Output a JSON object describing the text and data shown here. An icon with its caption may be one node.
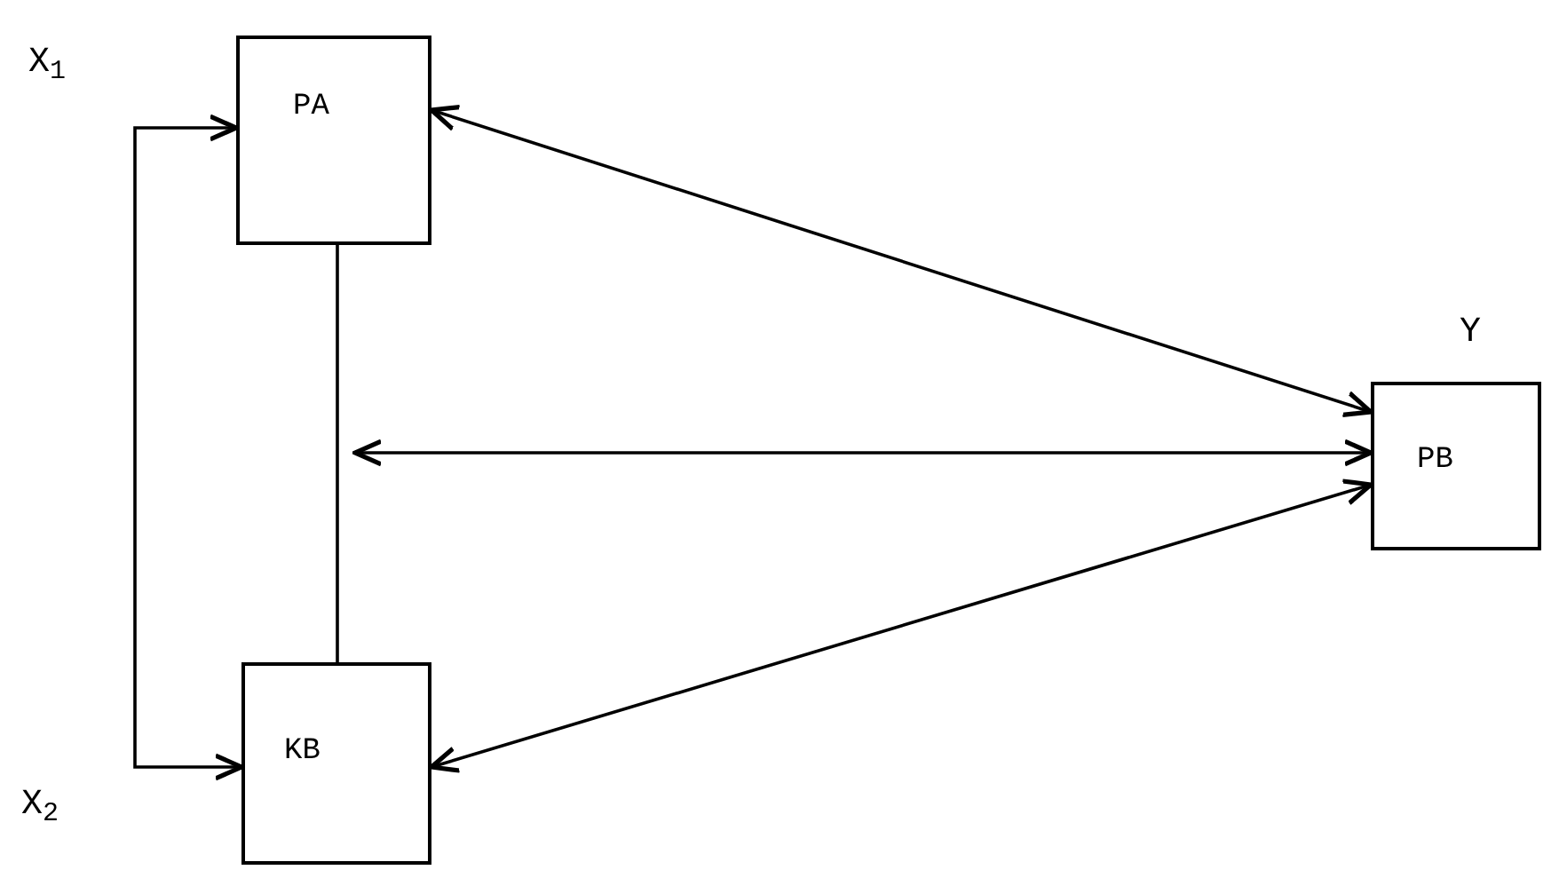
{
  "diagram": {
    "nodes": [
      {
        "text": [
          "PA"
        ]
      },
      {
        "text": [
          "KB"
        ]
      },
      {
        "text": [
          "Y",
          "PB"
        ]
      }
    ],
    "edges": [
      {
        "from": 0,
        "to": 1,
        "arrow": "both"
      },
      {
        "from": 0,
        "to": 1,
        "arrow": "none"
      },
      {
        "from": null,
        "to": 2,
        "arrow": "both"
      },
      {
        "from": 0,
        "to": 2,
        "arrow": "both"
      },
      {
        "from": 1,
        "to": 2,
        "arrow": "both"
      }
    ],
    "labels": [
      "X$_{1}$",
      "X$_{2}$"
    ]
  }
}
